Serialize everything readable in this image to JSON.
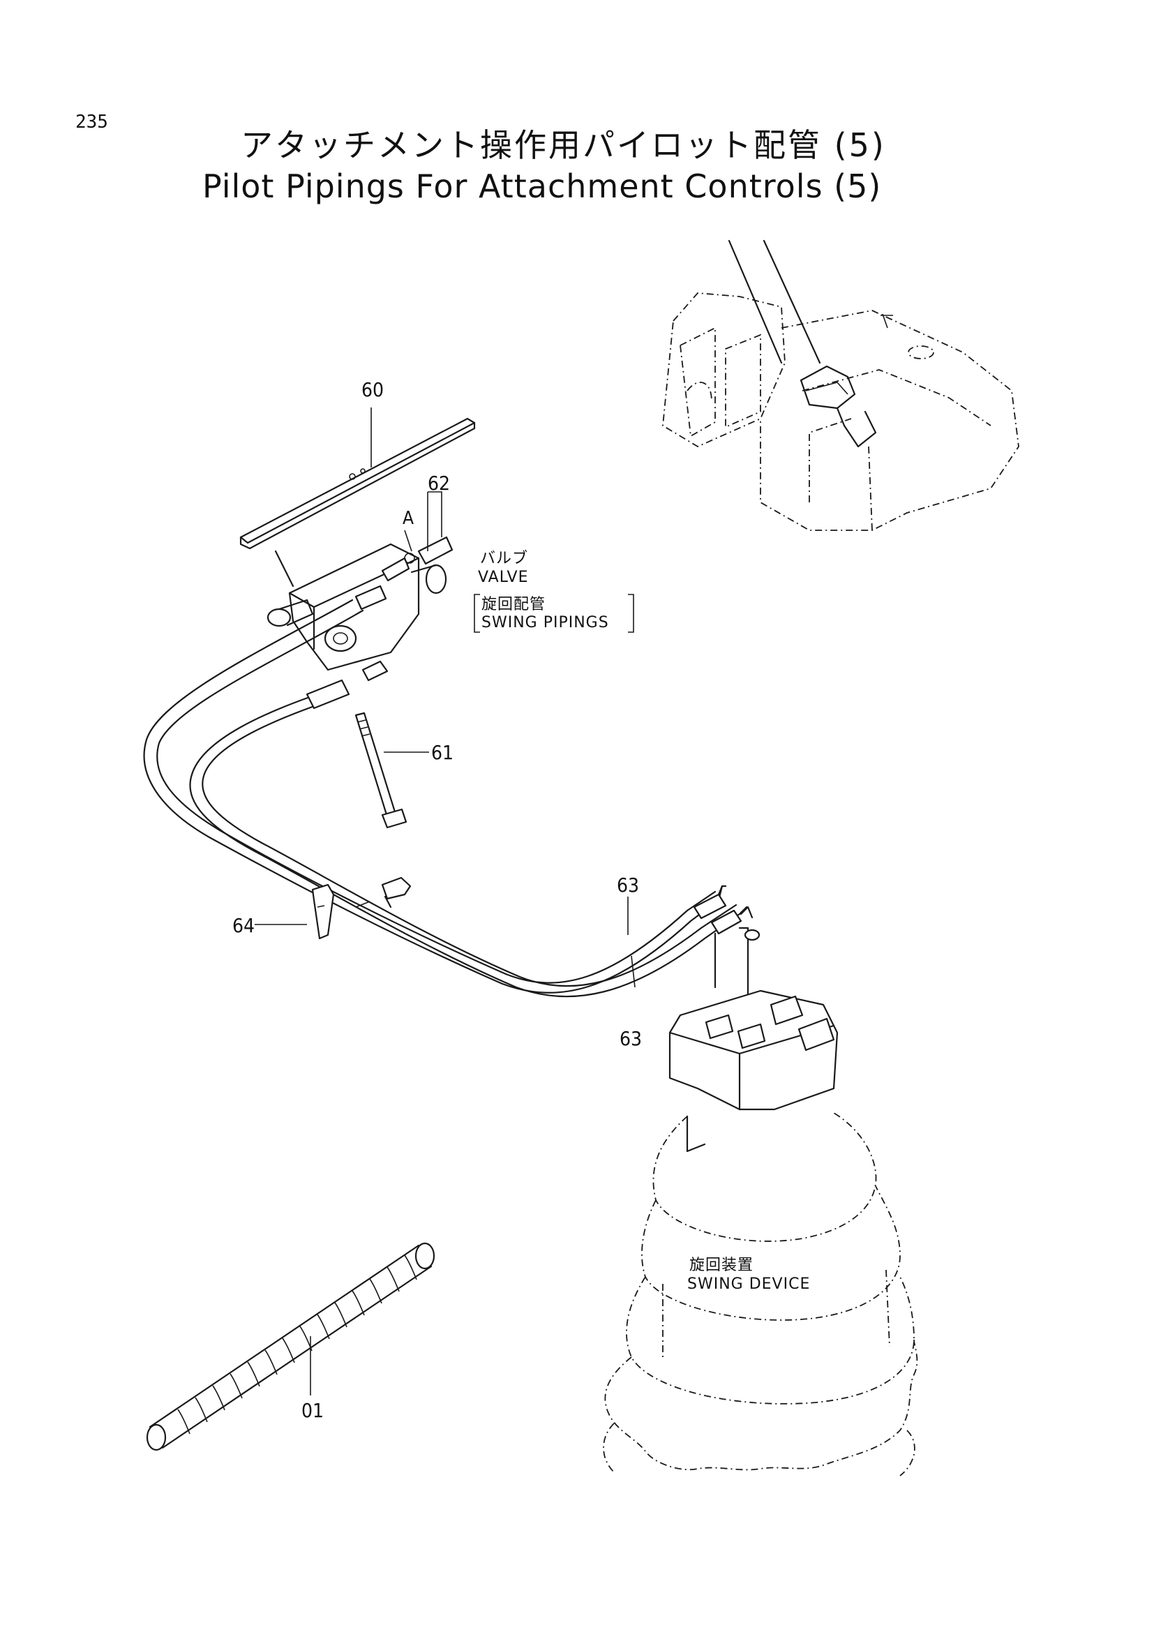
{
  "page_number": "235",
  "title_ja": "アタッチメント操作用パイロット配管 (5)",
  "title_en": "Pilot Pipings For Attachment Controls (5)",
  "callouts": {
    "part_60": "60",
    "part_62": "62",
    "part_61": "61",
    "part_64": "64",
    "part_63_top": "63",
    "part_63_bottom": "63",
    "part_01": "01",
    "view_a": "A"
  },
  "labels": {
    "valve_ja": "バルブ",
    "valve_en": "VALVE",
    "swing_pipings_ja": "旋回配管",
    "swing_pipings_en": "SWING PIPINGS",
    "swing_device_ja": "旋回装置",
    "swing_device_en": "SWING DEVICE"
  }
}
